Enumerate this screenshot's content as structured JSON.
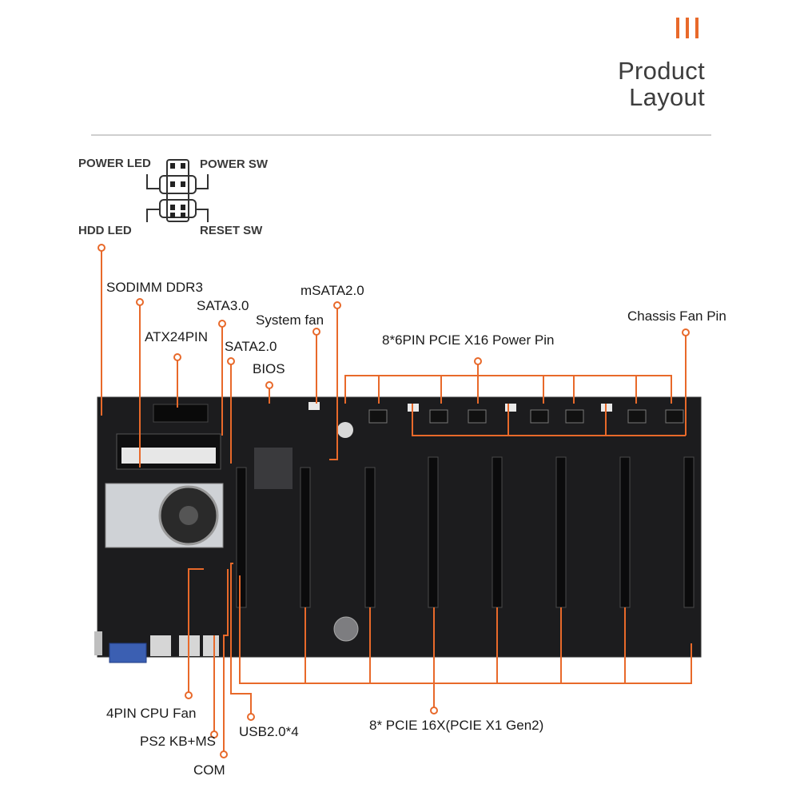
{
  "header": {
    "title_line1": "Product",
    "title_line2": "Layout"
  },
  "panel_header": {
    "power_led": "POWER LED",
    "power_sw": "POWER SW",
    "hdd_led": "HDD  LED",
    "reset_sw": "RESET SW"
  },
  "labels": {
    "sodimm": "SODIMM DDR3",
    "sata3": "SATA3.0",
    "atx24": "ATX24PIN",
    "sata2": "SATA2.0",
    "msata": "mSATA2.0",
    "system_fan": "System fan",
    "bios": "BIOS",
    "pcie_power": "8*6PIN PCIE X16 Power Pin",
    "chassis_fan": "Chassis Fan Pin",
    "cpu_fan": "4PIN CPU Fan",
    "ps2": "PS2 KB+MS",
    "com": "COM",
    "usb": "USB2.0*4",
    "pcie_slots": "8* PCIE 16X(PCIE X1 Gen2)"
  },
  "colors": {
    "accent": "#e8692a",
    "board": "#1c1c1e"
  }
}
